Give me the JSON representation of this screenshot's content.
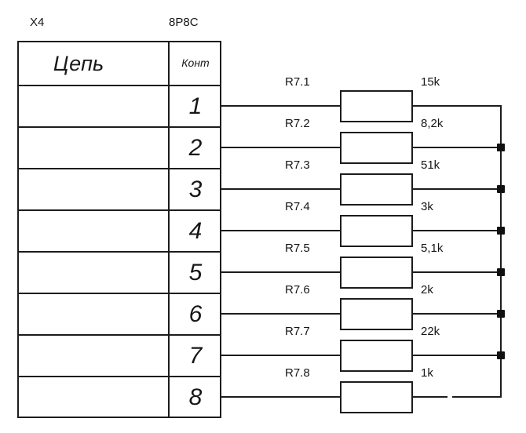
{
  "connector": {
    "designator": "X4",
    "type": "8P8C",
    "table": {
      "circuit_header": "Цепь",
      "contact_header": "Конт",
      "pins": [
        "1",
        "2",
        "3",
        "4",
        "5",
        "6",
        "7",
        "8"
      ]
    }
  },
  "resistors": [
    {
      "ref": "R7.1",
      "value": "15k"
    },
    {
      "ref": "R7.2",
      "value": "8,2k"
    },
    {
      "ref": "R7.3",
      "value": "51k"
    },
    {
      "ref": "R7.4",
      "value": "3k"
    },
    {
      "ref": "R7.5",
      "value": "5,1k"
    },
    {
      "ref": "R7.6",
      "value": "2k"
    },
    {
      "ref": "R7.7",
      "value": "22k"
    },
    {
      "ref": "R7.8",
      "value": "1k"
    }
  ],
  "colors": {
    "line": "#1c1c1c",
    "background": "#ffffff"
  }
}
